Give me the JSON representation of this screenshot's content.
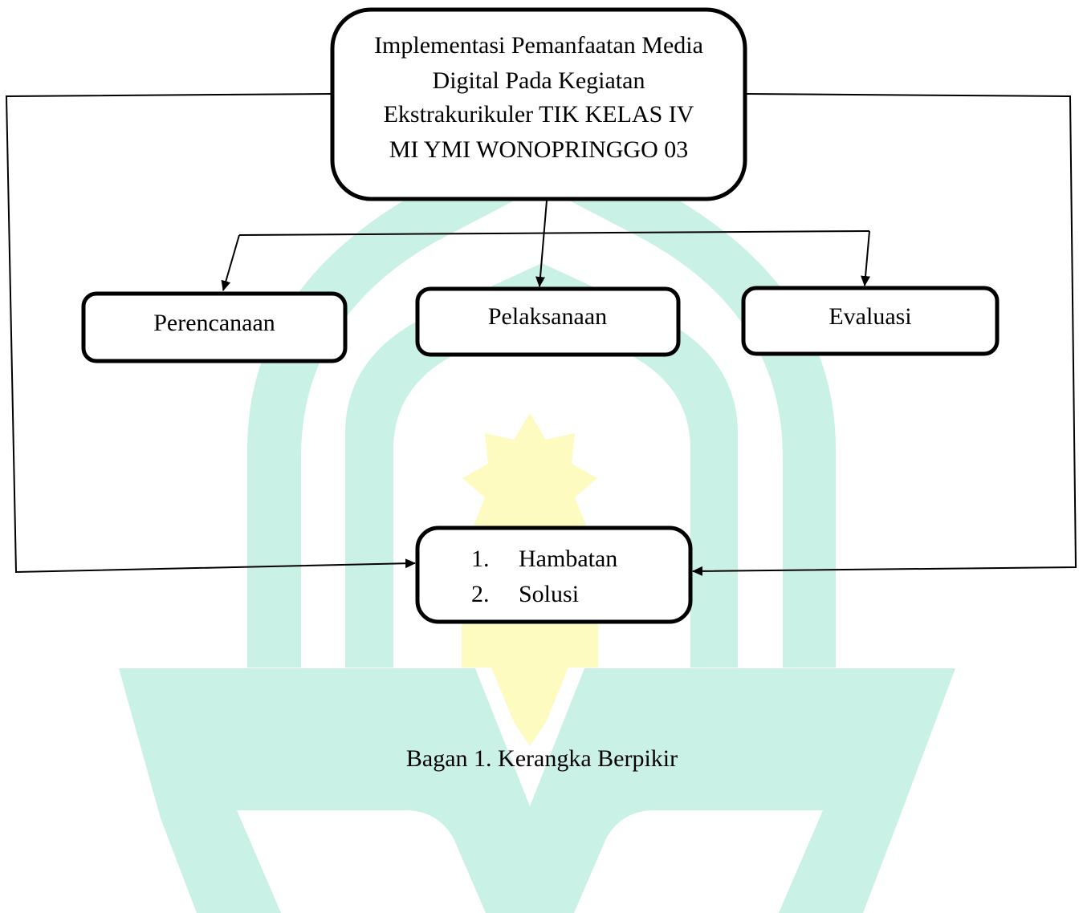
{
  "diagram": {
    "caption": "Bagan 1. Kerangka Berpikir",
    "nodes": {
      "main": {
        "lines": [
          "Implementasi Pemanfaatan Media",
          "Digital Pada Kegiatan",
          "Ekstrakurikuler TIK KELAS IV",
          "MI YMI WONOPRINGGO 03"
        ]
      },
      "perencanaan": {
        "label": "Perencanaan"
      },
      "pelaksanaan": {
        "label": "Pelaksanaan"
      },
      "evaluasi": {
        "label": "Evaluasi"
      },
      "outcome": {
        "items": [
          {
            "number": "1.",
            "text": "Hambatan"
          },
          {
            "number": "2.",
            "text": "Solusi"
          }
        ]
      }
    }
  },
  "watermark": {
    "description_icon": "university-logo-watermark",
    "colors": {
      "teal": "#c9f1e6",
      "yellow": "#fdfbbf"
    }
  },
  "colors": {
    "stroke": "#000000",
    "background": "#ffffff"
  }
}
